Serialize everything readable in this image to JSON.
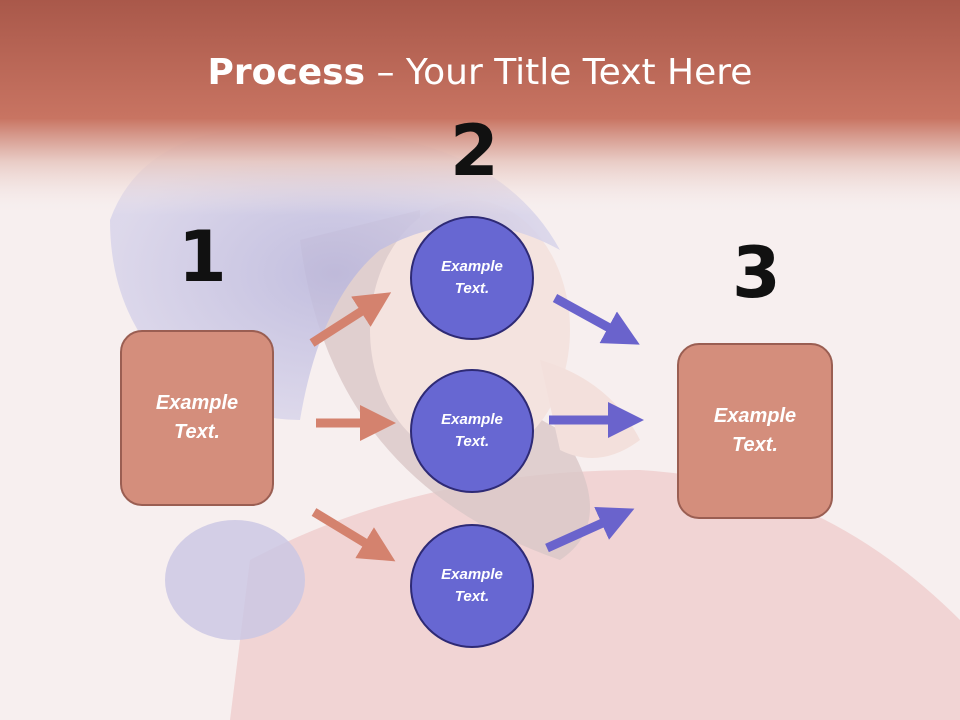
{
  "title": {
    "bold": "Process",
    "rest": " – Your Title Text Here"
  },
  "steps": {
    "one": "1",
    "two": "2",
    "three": "3"
  },
  "left_box": {
    "text": "Example Text."
  },
  "circles": [
    {
      "text": "Example Text."
    },
    {
      "text": "Example Text."
    },
    {
      "text": "Example Text."
    }
  ],
  "right_box": {
    "text": "Example Text."
  },
  "colors": {
    "header": "#c06a58",
    "box_fill": "#d48e7c",
    "circle_fill": "#6767d2",
    "left_arrow": "#d4826e",
    "right_arrow": "#6a63cc"
  }
}
